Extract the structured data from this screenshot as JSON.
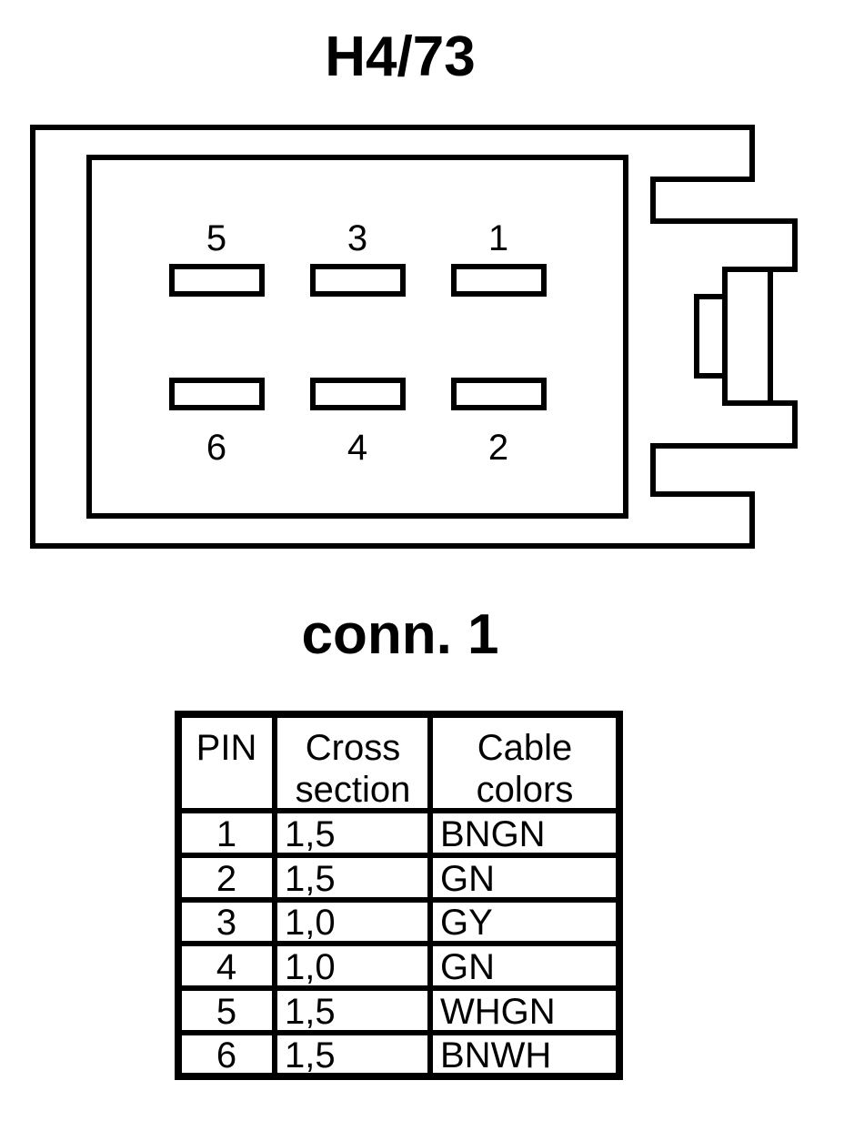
{
  "diagram": {
    "title": "H4/73",
    "connector_label": "conn. 1",
    "stroke_color": "#000000",
    "background_color": "#ffffff"
  },
  "connector": {
    "name": "connector-housing",
    "pin_rows": {
      "top": [
        {
          "number": "5"
        },
        {
          "number": "3"
        },
        {
          "number": "1"
        }
      ],
      "bottom": [
        {
          "number": "6"
        },
        {
          "number": "4"
        },
        {
          "number": "2"
        }
      ]
    }
  },
  "table": {
    "headers": [
      {
        "line1": "PIN",
        "line2": ""
      },
      {
        "line1": "Cross",
        "line2": "section"
      },
      {
        "line1": "Cable",
        "line2": "colors"
      }
    ],
    "rows": [
      {
        "pin": "1",
        "cross_section": "1,5",
        "cable_colors": "BNGN"
      },
      {
        "pin": "2",
        "cross_section": "1,5",
        "cable_colors": "GN"
      },
      {
        "pin": "3",
        "cross_section": "1,0",
        "cable_colors": "GY"
      },
      {
        "pin": "4",
        "cross_section": "1,0",
        "cable_colors": "GN"
      },
      {
        "pin": "5",
        "cross_section": "1,5",
        "cable_colors": "WHGN"
      },
      {
        "pin": "6",
        "cross_section": "1,5",
        "cable_colors": "BNWH"
      }
    ]
  }
}
